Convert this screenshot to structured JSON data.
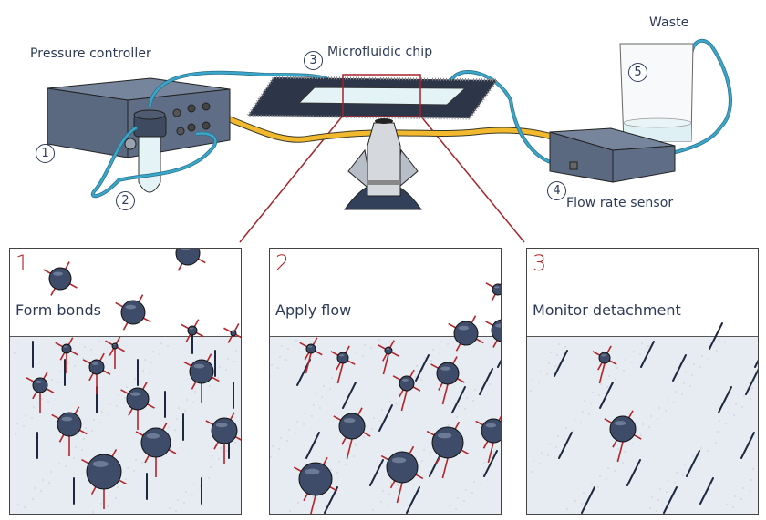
{
  "diagram": {
    "title": "Microfluidic bead detachment assay setup",
    "components": [
      {
        "id": "1",
        "label": "Pressure controller"
      },
      {
        "id": "2",
        "label": ""
      },
      {
        "id": "3",
        "label": "Microfluidic chip"
      },
      {
        "id": "4",
        "label": "Flow rate sensor"
      },
      {
        "id": "5",
        "label": "Waste"
      }
    ],
    "steps": [
      {
        "number": "1",
        "label": "Form bonds"
      },
      {
        "number": "2",
        "label": "Apply flow"
      },
      {
        "number": "3",
        "label": "Monitor detachment"
      }
    ],
    "colors": {
      "tubing": "#3aa6c9",
      "cable": "#f2b92e",
      "device": "#5f6d86",
      "bead": "#3e4c69",
      "bond": "#b3262b",
      "surface": "#e6ecf1",
      "text": "#2c3a58"
    }
  }
}
